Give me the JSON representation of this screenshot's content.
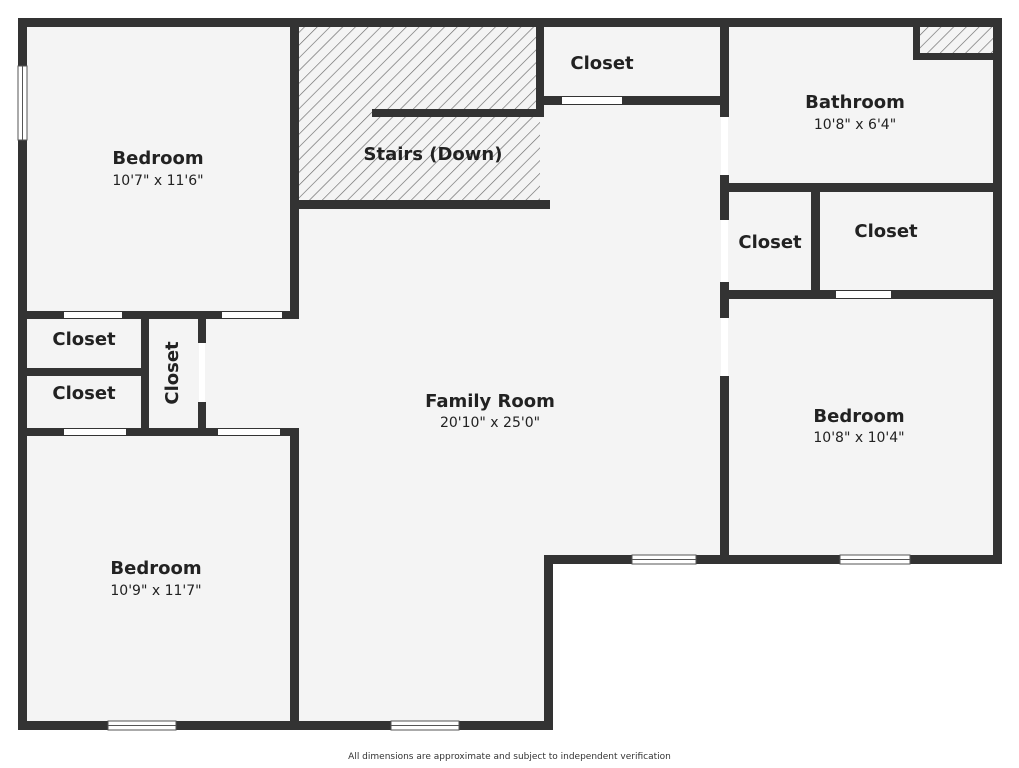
{
  "colors": {
    "wall": "#333333",
    "floor": "#f4f4f4",
    "opening": "#ffffff",
    "hatch": "#6a6a6a"
  },
  "rooms": {
    "bedroom_top_left": {
      "name": "Bedroom",
      "dims": "10'7\" x 11'6\""
    },
    "bedroom_bottom_left": {
      "name": "Bedroom",
      "dims": "10'9\" x 11'7\""
    },
    "bedroom_right": {
      "name": "Bedroom",
      "dims": "10'8\" x 10'4\""
    },
    "bathroom": {
      "name": "Bathroom",
      "dims": "10'8\" x 6'4\""
    },
    "family_room": {
      "name": "Family Room",
      "dims": "20'10\" x 25'0\""
    },
    "stairs": {
      "name": "Stairs (Down)"
    },
    "closet_top": {
      "name": "Closet"
    },
    "closet_left_upper": {
      "name": "Closet"
    },
    "closet_left_lower": {
      "name": "Closet"
    },
    "closet_vertical": {
      "name": "Closet"
    },
    "closet_mid": {
      "name": "Closet"
    },
    "closet_right": {
      "name": "Closet"
    }
  },
  "footnote": "All dimensions are approximate and subject to independent verification"
}
